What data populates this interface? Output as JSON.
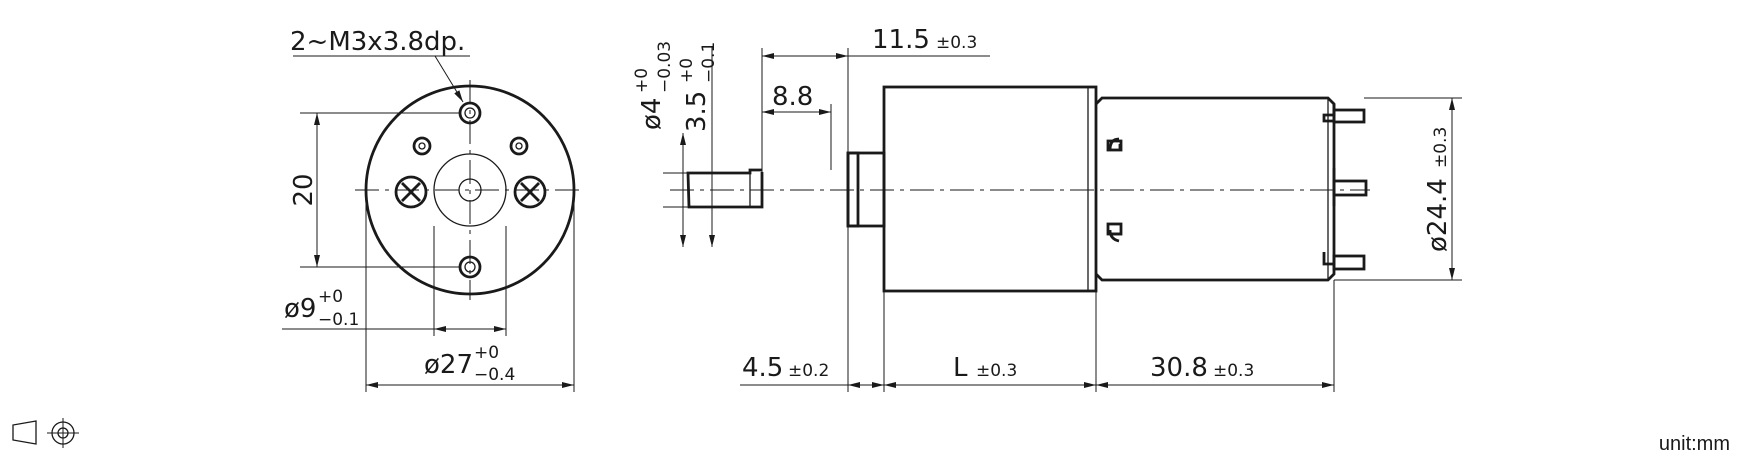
{
  "dims": {
    "thread": "2~M3x3.8dp.",
    "hole_spacing": "20",
    "boss_dia": "ø9",
    "boss_tol_up": "+0",
    "boss_tol_low": "−0.1",
    "body_dia": "ø27",
    "body_tol_up": "+0",
    "body_tol_low": "−0.4",
    "shaft_dia": "ø4",
    "shaft_tol_up": "+0",
    "shaft_tol_low": "−0.03",
    "flat_dim": "3.5",
    "flat_tol_up": "+0",
    "flat_tol_low": "−0.1",
    "shaft_len": "11.5",
    "shaft_len_tol": "±0.3",
    "flat_len": "8.8",
    "boss_len": "4.5",
    "boss_len_tol": "±0.2",
    "gear_len": "L",
    "gear_len_tol": "±0.3",
    "motor_len": "30.8",
    "motor_len_tol": "±0.3",
    "motor_dia": "ø24.4",
    "motor_dia_tol": "±0.3"
  },
  "projection_symbol": "third-angle-projection-icon",
  "unit": "unit:mm"
}
